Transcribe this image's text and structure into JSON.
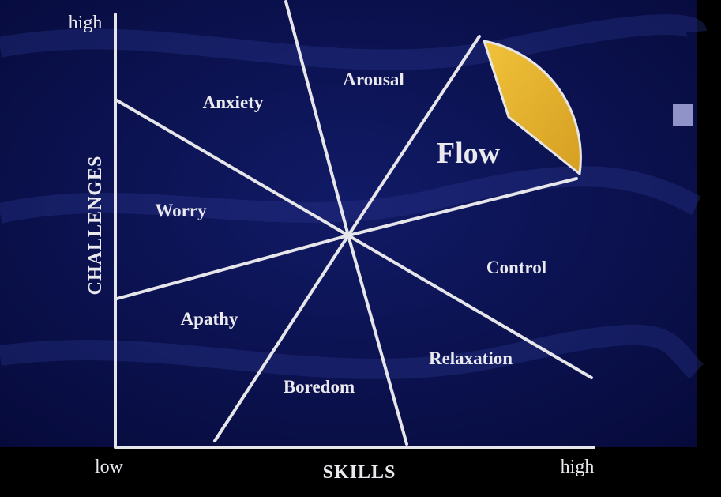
{
  "diagram": {
    "y_axis": {
      "title": "CHALLENGES",
      "high_label": "high"
    },
    "x_axis": {
      "title": "SKILLS",
      "low_label": "low",
      "high_label": "high"
    },
    "regions": {
      "anxiety": "Anxiety",
      "arousal": "Arousal",
      "flow": "Flow",
      "worry": "Worry",
      "control": "Control",
      "apathy": "Apathy",
      "relaxation": "Relaxation",
      "boredom": "Boredom"
    },
    "colors": {
      "background": "#0a0f4a",
      "lines": "#e6e6ea",
      "flow_highlight": "#e3b22e",
      "text": "#e9e9ee"
    }
  }
}
